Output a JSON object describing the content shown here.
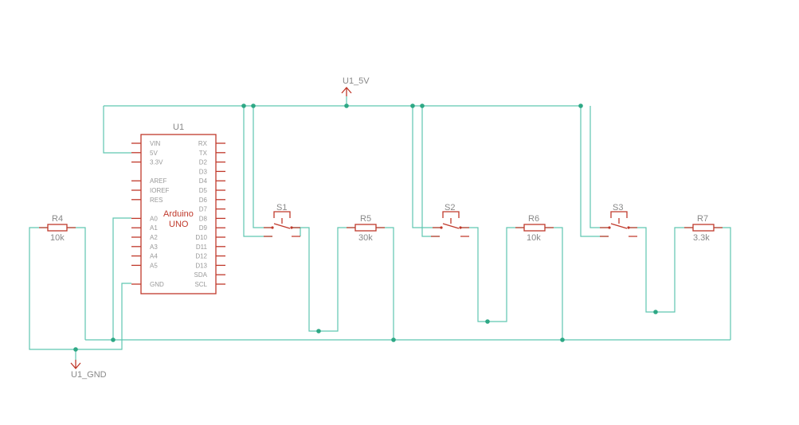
{
  "colors": {
    "wire": "#5fc6b0",
    "component": "#c0392b",
    "junction": "#2ea885",
    "label": "#888888"
  },
  "power": {
    "vcc_label": "U1_5V",
    "gnd_label": "U1_GND"
  },
  "arduino": {
    "ref": "U1",
    "name_line1": "Arduino",
    "name_line2": "UNO",
    "left_pins": [
      "VIN",
      "5V",
      "3.3V",
      "AREF",
      "IOREF",
      "RES",
      "A0",
      "A1",
      "A2",
      "A3",
      "A4",
      "A5",
      "GND"
    ],
    "right_pins": [
      "RX",
      "TX",
      "D2",
      "D3",
      "D4",
      "D5",
      "D6",
      "D7",
      "D8",
      "D9",
      "D10",
      "D11",
      "D12",
      "D13",
      "SDA",
      "SCL"
    ]
  },
  "resistors": [
    {
      "ref": "R4",
      "value": "10k"
    },
    {
      "ref": "R5",
      "value": "30k"
    },
    {
      "ref": "R6",
      "value": "10k"
    },
    {
      "ref": "R7",
      "value": "3.3k"
    }
  ],
  "switches": [
    {
      "ref": "S1"
    },
    {
      "ref": "S2"
    },
    {
      "ref": "S3"
    }
  ]
}
